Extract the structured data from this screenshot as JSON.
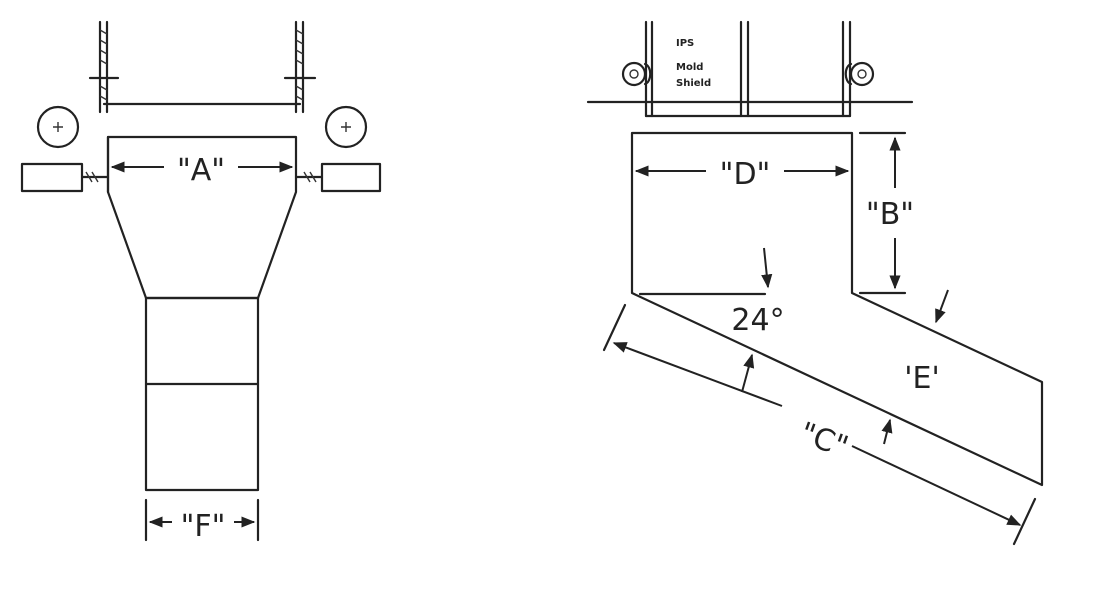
{
  "labels": {
    "a": "\"A\"",
    "f": "\"F\"",
    "d": "\"D\"",
    "b": "\"B\"",
    "e": "'E'",
    "c": "\"C\"",
    "angle": "24°"
  },
  "shield": {
    "line1": "IPS",
    "line2": "Mold",
    "line3": "Shield"
  },
  "colors": {
    "stroke": "#222222",
    "background": "#ffffff"
  }
}
